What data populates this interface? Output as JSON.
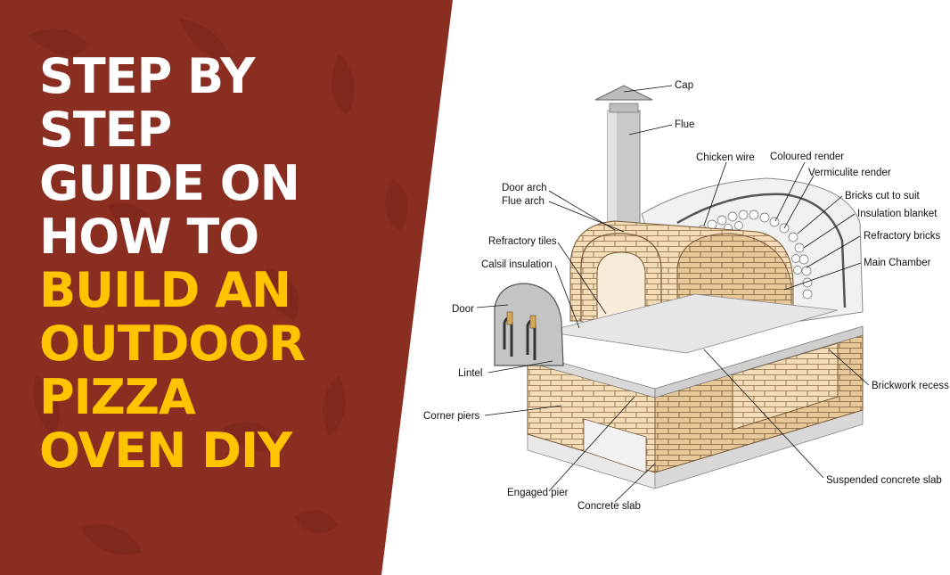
{
  "colors": {
    "panel": "#8b2e22",
    "headline_white": "#ffffff",
    "headline_yellow": "#ffc400",
    "brick": "#ecd2a8",
    "mortar": "#8a6a45"
  },
  "headline": {
    "lines_white": [
      "STEP BY",
      "STEP",
      "GUIDE ON",
      "HOW TO"
    ],
    "lines_yellow": [
      "BUILD AN",
      "OUTDOOR",
      "PIZZA",
      "OVEN DIY"
    ]
  },
  "diagram": {
    "labels": {
      "cap": "Cap",
      "flue": "Flue",
      "chicken_wire": "Chicken wire",
      "coloured_render": "Coloured render",
      "vermiculite_render": "Vermiculite render",
      "door_arch": "Door arch",
      "flue_arch": "Flue arch",
      "bricks_cut_to_suit": "Bricks cut to suit",
      "insulation_blanket": "Insulation blanket",
      "refractory_tiles": "Refractory tiles",
      "refractory_bricks": "Refractory bricks",
      "calsil_insulation": "Calsil insulation",
      "main_chamber": "Main Chamber",
      "door": "Door",
      "lintel": "Lintel",
      "brickwork_recess": "Brickwork recess",
      "corner_piers": "Corner piers",
      "suspended_concrete_slab": "Suspended concrete slab",
      "engaged_pier": "Engaged pier",
      "concrete_slab": "Concrete slab"
    }
  }
}
